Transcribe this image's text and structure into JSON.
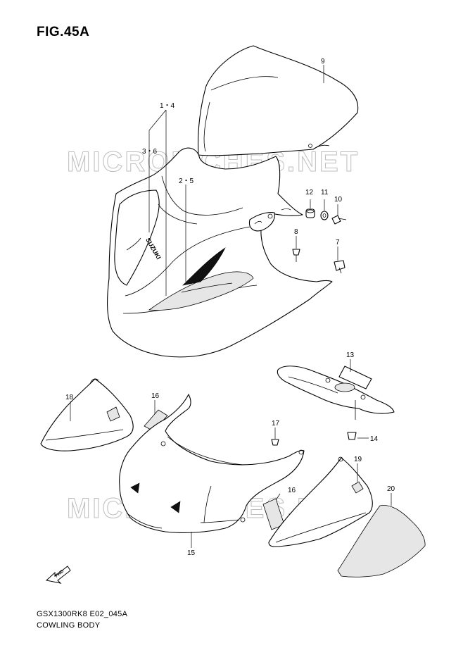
{
  "figure": {
    "title": "FIG.45A"
  },
  "watermark": {
    "text": "MICROFICHES.NET"
  },
  "callouts": {
    "c1_4": "1・4",
    "c3_6": "3・6",
    "c2_5": "2・5",
    "c7": "7",
    "c8": "8",
    "c9": "9",
    "c10": "10",
    "c11": "11",
    "c12": "12",
    "c13": "13",
    "c14": "14",
    "c15": "15",
    "c16a": "16",
    "c16b": "16",
    "c17": "17",
    "c18": "18",
    "c19": "19",
    "c20": "20"
  },
  "brand_decal": "SUZUKI",
  "fwd_arrow_label": "FWD",
  "footer": {
    "code": "GSX1300RK8 E02_045A",
    "name": "COWLING BODY"
  }
}
